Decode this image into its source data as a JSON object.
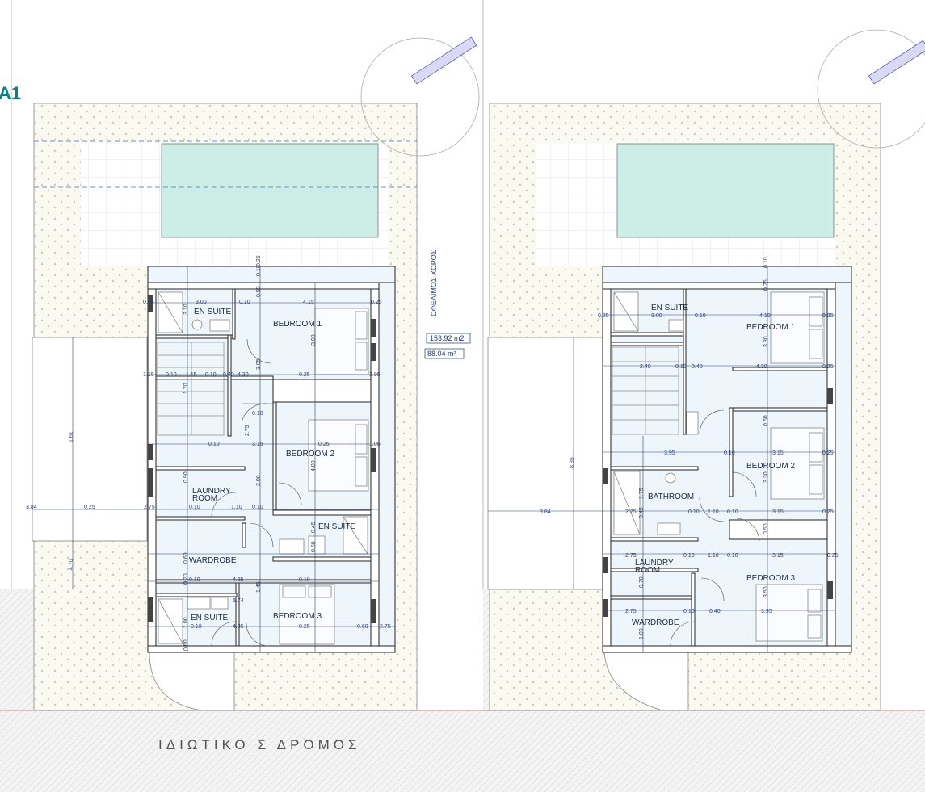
{
  "sheet_label": "A1",
  "road_label": "ΙΔΙΩΤΙΚΟ Σ ΔΡΟΜΟΣ",
  "usable_area_label": "ΩΦΕΛΙΜΟΣ ΧΩΡΟΣ",
  "area_values": [
    "153.92 m2",
    "88.04 m²"
  ],
  "colors": {
    "pool": "#cdeee6",
    "interior": "#eef6fb",
    "wall": "#222222",
    "dimension": "#2a3f78",
    "title": "#0f7f83",
    "solar_panel": "#d9d9f5"
  },
  "left_plan": {
    "rooms": [
      {
        "id": "en-suite-1",
        "label": "EN SUITE"
      },
      {
        "id": "bedroom-1",
        "label": "BEDROOM 1"
      },
      {
        "id": "bedroom-2",
        "label": "BEDROOM 2"
      },
      {
        "id": "laundry",
        "label": "LAUNDRY\nROOM"
      },
      {
        "id": "en-suite-2",
        "label": "EN SUITE"
      },
      {
        "id": "wardrobe",
        "label": "WARDROBE"
      },
      {
        "id": "en-suite-3",
        "label": "EN SUITE"
      },
      {
        "id": "bedroom-3",
        "label": "BEDROOM 3"
      }
    ],
    "dimensions": [
      "0.25",
      "3.00",
      "0.10",
      "4.15",
      "0.25",
      "1.15",
      "0.10",
      "1.15",
      "0.10",
      "0.40",
      "4.30",
      "0.25",
      "3.95",
      "0.10",
      "3.15",
      "0.25",
      "1.05",
      "0.10",
      "2.75",
      "0.10",
      "1.10",
      "0.10",
      "3.84",
      "0.25",
      "2.75",
      "0.10",
      "4.35",
      "0.10",
      "4.35",
      "0.25",
      "0.60",
      "2.75",
      "0.10",
      "6.74",
      "1.61",
      "4.70",
      "3.05",
      "3.00",
      "3.00",
      "4.00",
      "1.45",
      "3.10",
      "1.70",
      "1.00",
      "0.60",
      "0.70",
      "0.90",
      "0.45",
      "0.60",
      "0.50",
      "0.10",
      "0.25",
      "0.60"
    ]
  },
  "right_plan": {
    "rooms": [
      {
        "id": "en-suite-1",
        "label": "EN SUITE"
      },
      {
        "id": "bedroom-1",
        "label": "BEDROOM 1"
      },
      {
        "id": "bedroom-2",
        "label": "BEDROOM 2"
      },
      {
        "id": "bathroom",
        "label": "BATHROOM"
      },
      {
        "id": "laundry",
        "label": "LAUNDRY\nROOM"
      },
      {
        "id": "bedroom-3",
        "label": "BEDROOM 3"
      },
      {
        "id": "wardrobe",
        "label": "WARDROBE"
      }
    ],
    "dimensions": [
      "0.25",
      "3.00",
      "0.10",
      "4.10",
      "0.25",
      "2.40",
      "0.10",
      "0.40",
      "4.30",
      "0.25",
      "3.95",
      "0.10",
      "3.15",
      "0.25",
      "2.75",
      "0.10",
      "1.10",
      "0.10",
      "3.15",
      "0.25",
      "3.84",
      "2.75",
      "0.10",
      "1.10",
      "0.10",
      "3.15",
      "0.25",
      "2.75",
      "0.10",
      "0.40",
      "3.95",
      "8.35",
      "3.30",
      "3.30",
      "3.50",
      "1.75",
      "1.00",
      "0.60",
      "0.70",
      "0.45",
      "0.50",
      "0.25",
      "0.10"
    ]
  }
}
